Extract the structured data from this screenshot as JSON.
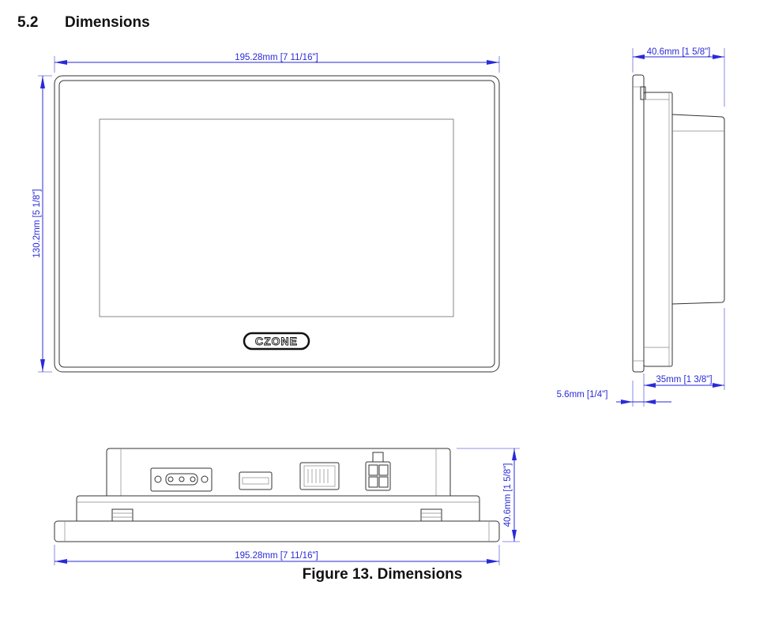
{
  "section": {
    "number": "5.2",
    "title": "Dimensions"
  },
  "front_view": {
    "width_label": "195.28mm [7 11/16\"]",
    "height_label": "130.2mm [5 1/8\"]",
    "logo_text": "CZONE"
  },
  "side_view": {
    "depth_label": "40.6mm [1 5/8\"]",
    "rear_depth_label": "35mm [1 3/8\"]",
    "bezel_label": "5.6mm [1/4\"]"
  },
  "bottom_view": {
    "width_label": "195.28mm [7 11/16\"]",
    "depth_label": "40.6mm [1 5/8\"]"
  },
  "caption": "Figure 13. Dimensions"
}
